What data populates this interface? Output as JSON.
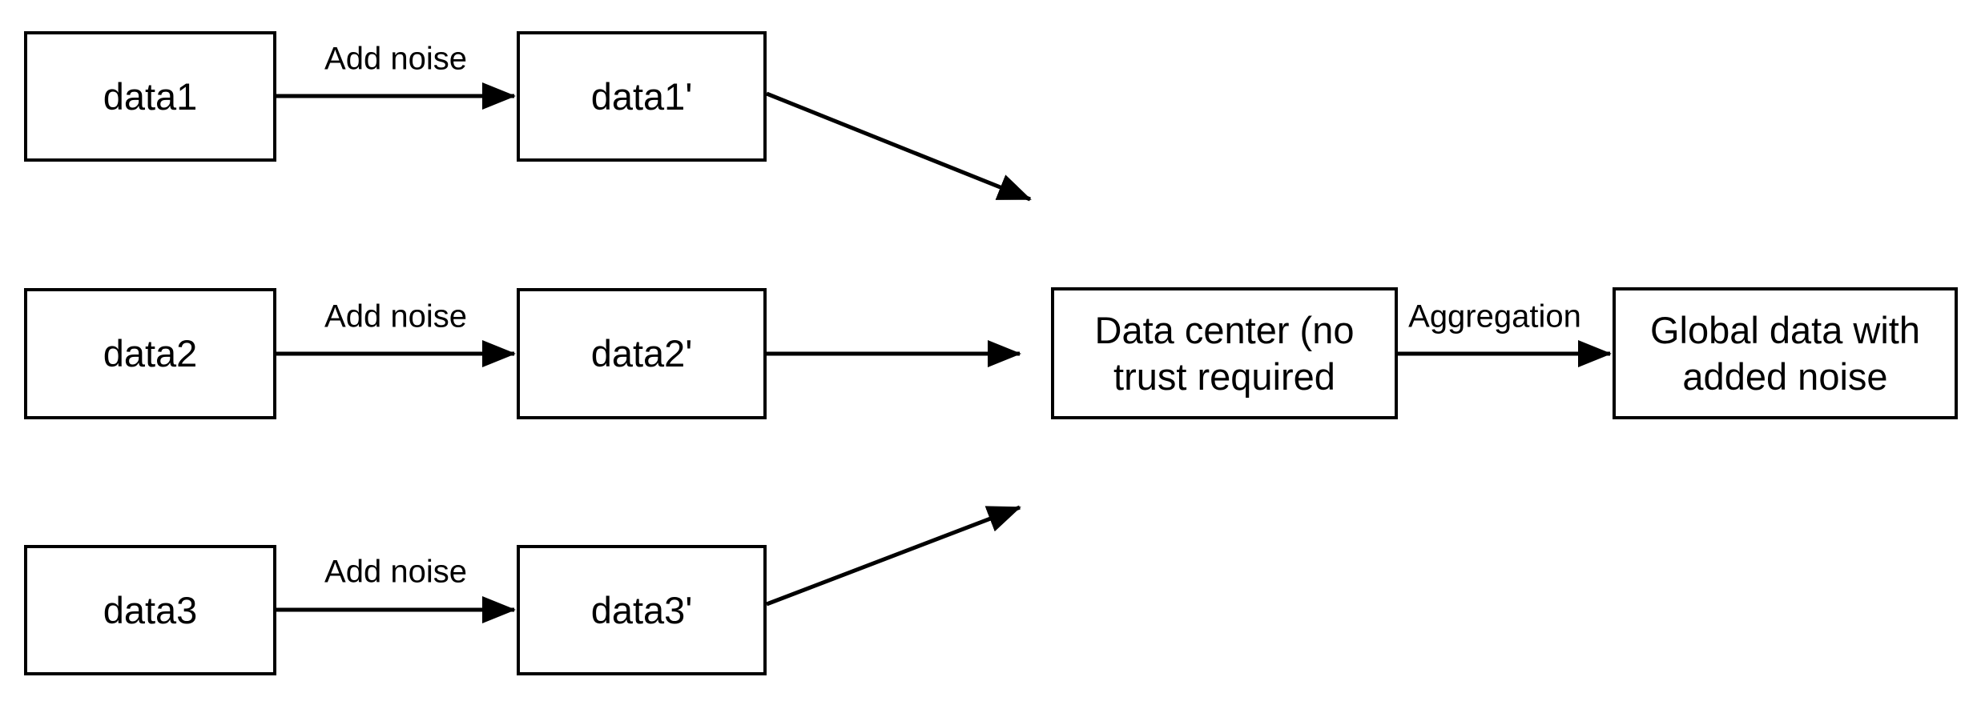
{
  "colors": {
    "background": "#ffffff",
    "ink": "#000000"
  },
  "nodes": {
    "data1": {
      "label": "data1"
    },
    "data1p": {
      "label": "data1'"
    },
    "data2": {
      "label": "data2"
    },
    "data2p": {
      "label": "data2'"
    },
    "data3": {
      "label": "data3"
    },
    "data3p": {
      "label": "data3'"
    },
    "data_center": {
      "line1": "Data center (no",
      "line2": "trust required"
    },
    "global_data": {
      "line1": "Global data with",
      "line2": "added noise"
    }
  },
  "edge_labels": {
    "add_noise_1": "Add noise",
    "add_noise_2": "Add noise",
    "add_noise_3": "Add noise",
    "aggregation": "Aggregation"
  }
}
